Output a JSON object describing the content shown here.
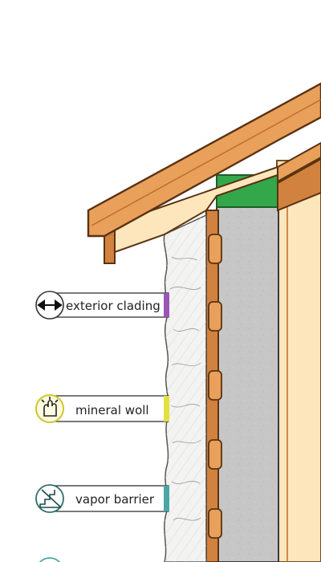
{
  "labels": {
    "exterior_cladding": "exterior clading",
    "mineral_wool": "mineral woll",
    "vapor_barrier": "vapor barrier"
  },
  "icons": {
    "exterior_cladding": "double-arrow-icon",
    "mineral_wool": "hand-gesture-icon",
    "vapor_barrier": "staircase-icon"
  },
  "colors": {
    "roof_wood": "#e8a05a",
    "roof_edge": "#c06a28",
    "wall_panel": "#fde6bc",
    "insulation": "#f3f3f1",
    "stud": "#d0823e",
    "concrete": "#c6c6c6",
    "ridge_green": "#33a84a",
    "accent_purple": "#9b55b5",
    "accent_yellow": "#e4e040",
    "accent_teal": "#4aa6a6"
  }
}
